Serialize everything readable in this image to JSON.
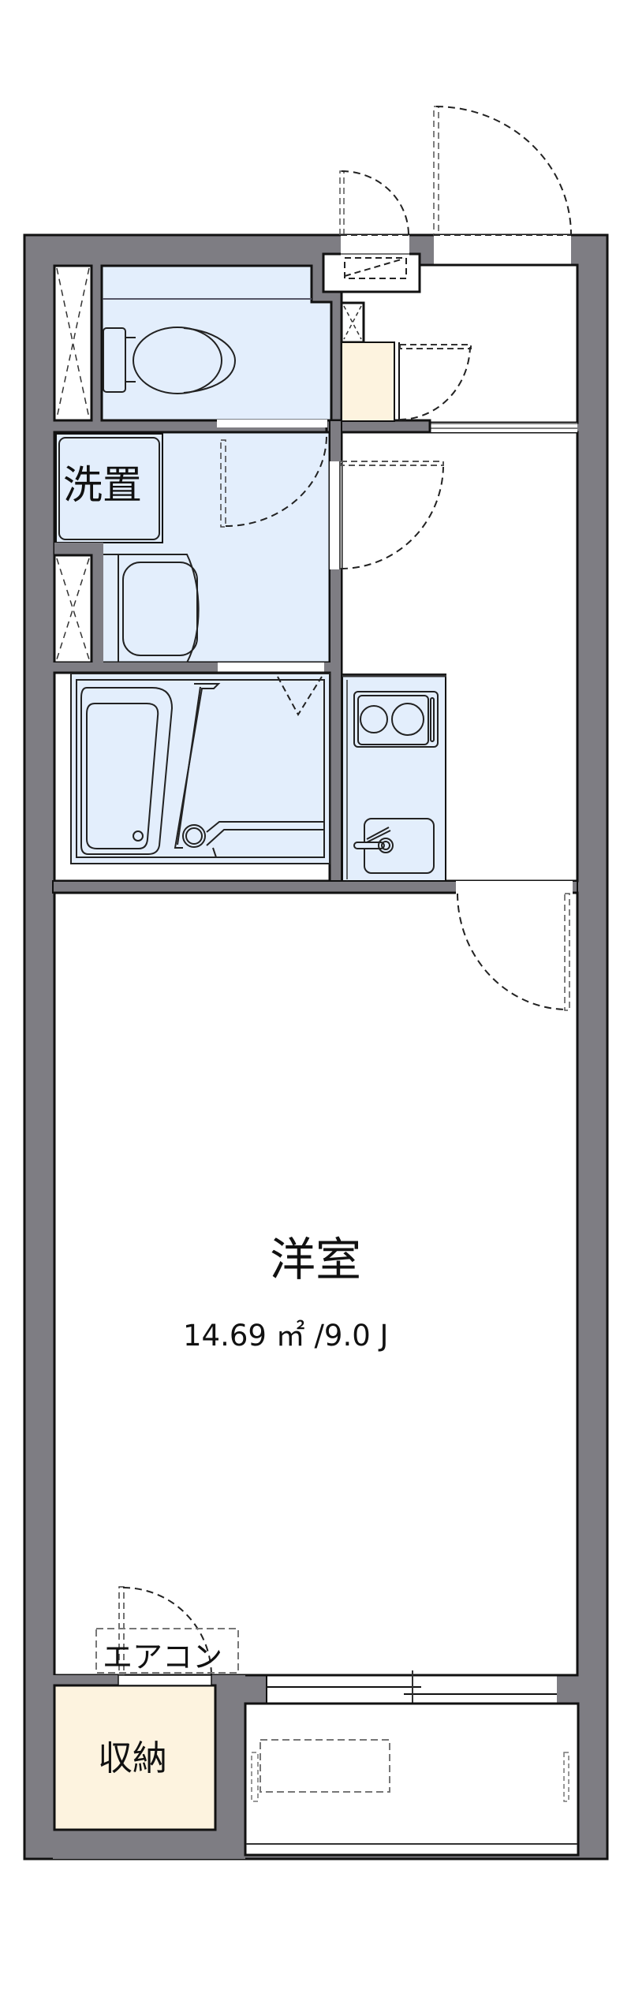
{
  "floorplan": {
    "colors": {
      "wall": "#7e7d83",
      "wet_area": "#e3eefc",
      "storage": "#fdf3df",
      "floor": "#ffffff",
      "line": "#111111"
    },
    "rooms": {
      "western_room": {
        "name": "洋室",
        "area": "14.69 ㎡ /9.0 J"
      },
      "washer": {
        "label": "洗置"
      },
      "storage": {
        "label": "収納"
      },
      "air_conditioner": {
        "label": "エアコン"
      }
    },
    "fixtures": [
      "toilet",
      "vanity",
      "unit-bath",
      "kitchen-stove-2-burner",
      "kitchen-sink",
      "shoe-cabinet",
      "entrance-door",
      "meter-box-door",
      "balcony"
    ]
  }
}
